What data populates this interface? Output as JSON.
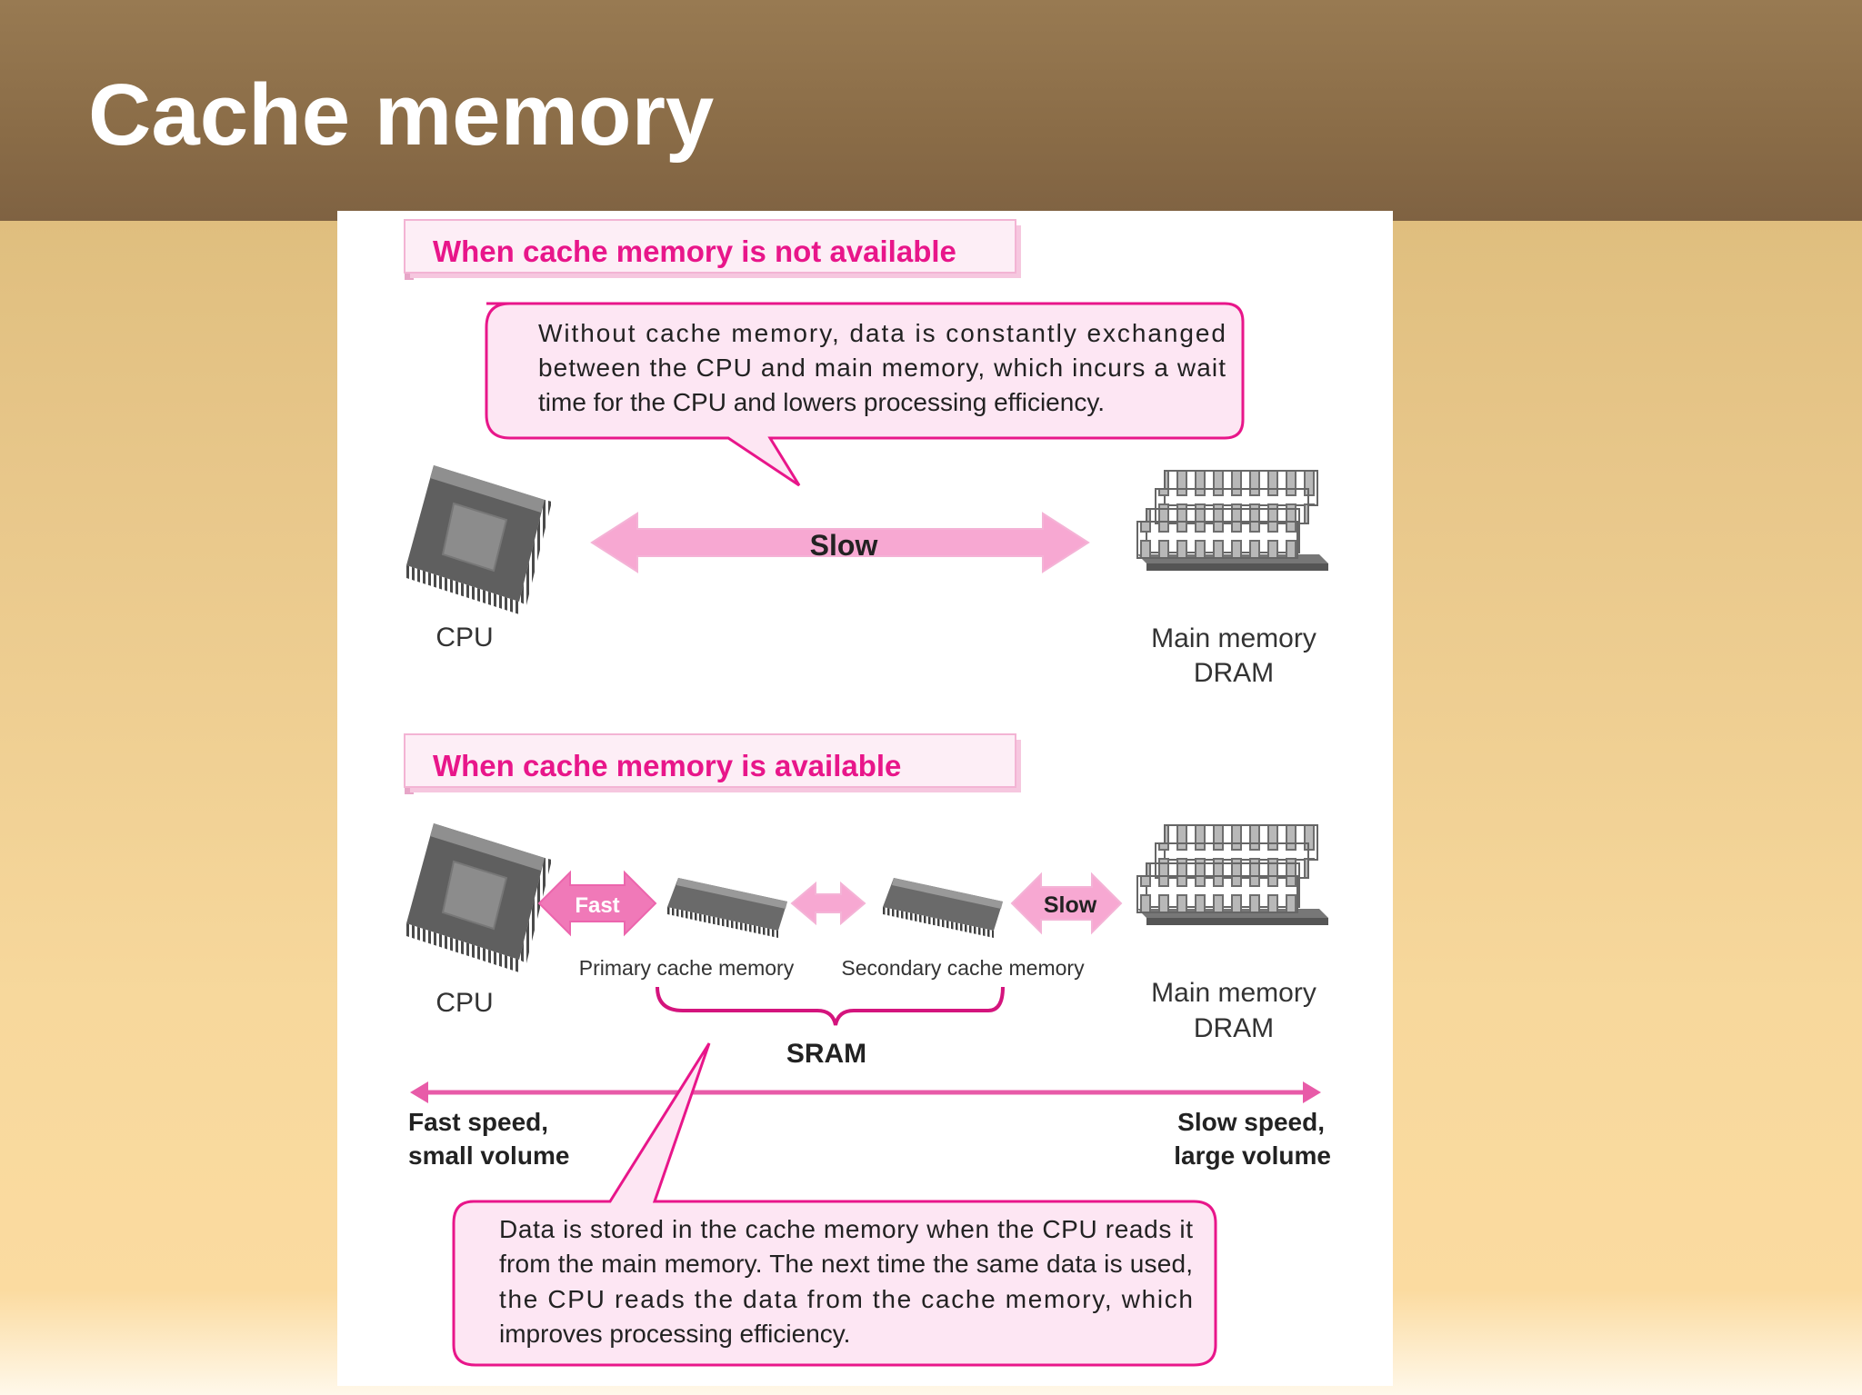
{
  "slide": {
    "title": "Cache memory"
  },
  "diagram": {
    "section_no_cache": {
      "heading": "When cache memory is not available",
      "callout_lines": [
        "Without cache memory, data is constantly exchanged",
        "between the CPU and main memory, which incurs a wait",
        "time for the CPU and lowers processing efficiency."
      ],
      "cpu_label": "CPU",
      "link_label": "Slow",
      "memory_label_1": "Main memory",
      "memory_label_2": "DRAM"
    },
    "section_cache": {
      "heading": "When cache memory is available",
      "cpu_label": "CPU",
      "fast_label": "Fast",
      "slow_label": "Slow",
      "primary_cache_label": "Primary cache memory",
      "secondary_cache_label": "Secondary cache memory",
      "sram_label": "SRAM",
      "memory_label_1": "Main memory",
      "memory_label_2": "DRAM",
      "scale_left_1": "Fast speed,",
      "scale_left_2": "small volume",
      "scale_right_1": "Slow speed,",
      "scale_right_2": "large volume",
      "callout_lines": [
        "Data is stored in the cache memory when the CPU reads it",
        "from the main memory. The next time the same data is used,",
        "the CPU reads the data from the cache memory, which",
        "improves processing efficiency."
      ]
    },
    "colors": {
      "accent": "#e8168a",
      "arrow_pink": "#f7a8d2",
      "callout_fill": "#fde6f3",
      "heading_fill": "#fdeef6"
    }
  }
}
